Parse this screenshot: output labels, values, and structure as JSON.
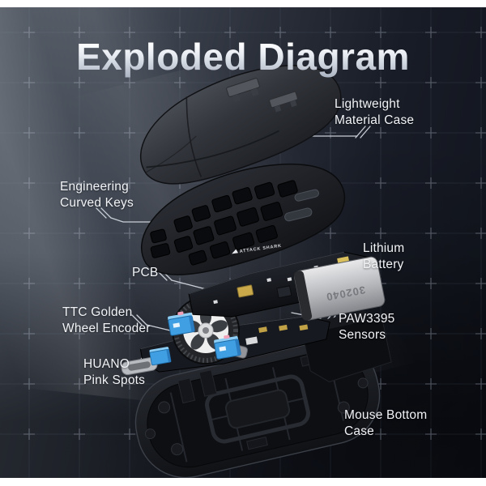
{
  "title": {
    "text": "Exploded Diagram"
  },
  "labels": {
    "lightweight": {
      "line1": "Lightweight",
      "line2": "Material Case"
    },
    "curved_keys": {
      "line1": "Engineering",
      "line2": "Curved Keys"
    },
    "pcb": {
      "line1": "PCB"
    },
    "battery": {
      "line1": "Lithium",
      "line2": "Battery"
    },
    "encoder": {
      "line1": "TTC Golden",
      "line2": "Wheel Encoder"
    },
    "sensor": {
      "line1": "PAW3395",
      "line2": "Sensors"
    },
    "huano": {
      "line1": "HUANO",
      "line2": "Pink Spots"
    },
    "bottom": {
      "line1": "Mouse Bottom",
      "line2": "Case"
    }
  },
  "branding": {
    "frame_logo": "ATTACK SHARK",
    "battery_code": "302040"
  },
  "colors": {
    "background_light": "#5a616b",
    "background_dark": "#11141d",
    "label_text": "#f1f3f6",
    "leader_line": "#c9ced6",
    "switch_blue": "#3f9fe2",
    "switch_pink_spot": "#f2a0b8",
    "battery_silver": "#c6c8cc",
    "wheel_white": "#efeff0"
  }
}
